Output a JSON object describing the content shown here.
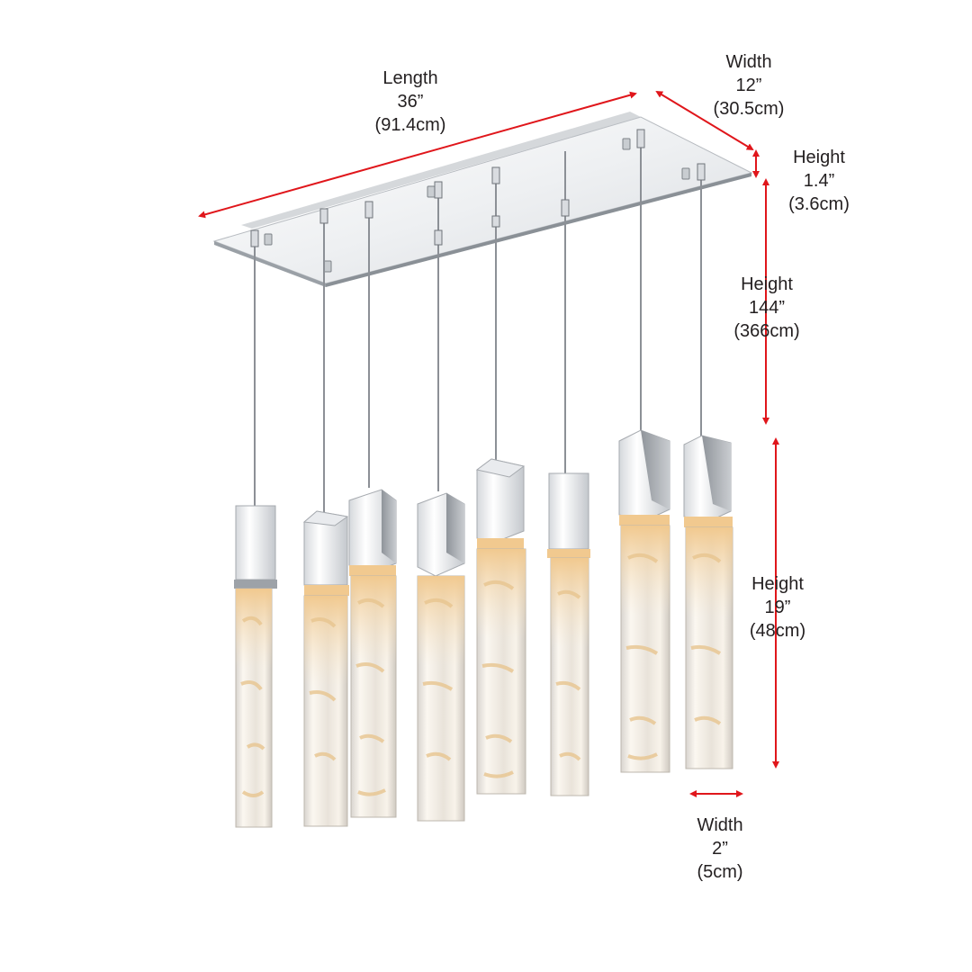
{
  "colors": {
    "arrow": "#e0161b",
    "text": "#231f20",
    "chrome_light": "#f4f5f7",
    "chrome_dark": "#a9adb3",
    "crystal_glow": "#f3dcb8"
  },
  "dimensions": {
    "length": {
      "label": "Length",
      "imperial": "36”",
      "metric": "(91.4cm)"
    },
    "width_canopy": {
      "label": "Width",
      "imperial": "12”",
      "metric": "(30.5cm)"
    },
    "height_canopy": {
      "label": "Height",
      "imperial": "1.4”",
      "metric": "(3.6cm)"
    },
    "height_cable": {
      "label": "Height",
      "imperial": "144”",
      "metric": "(366cm)"
    },
    "height_pendant": {
      "label": "Height",
      "imperial": "19”",
      "metric": "(48cm)"
    },
    "width_pendant": {
      "label": "Width",
      "imperial": "2”",
      "metric": "(5cm)"
    }
  }
}
